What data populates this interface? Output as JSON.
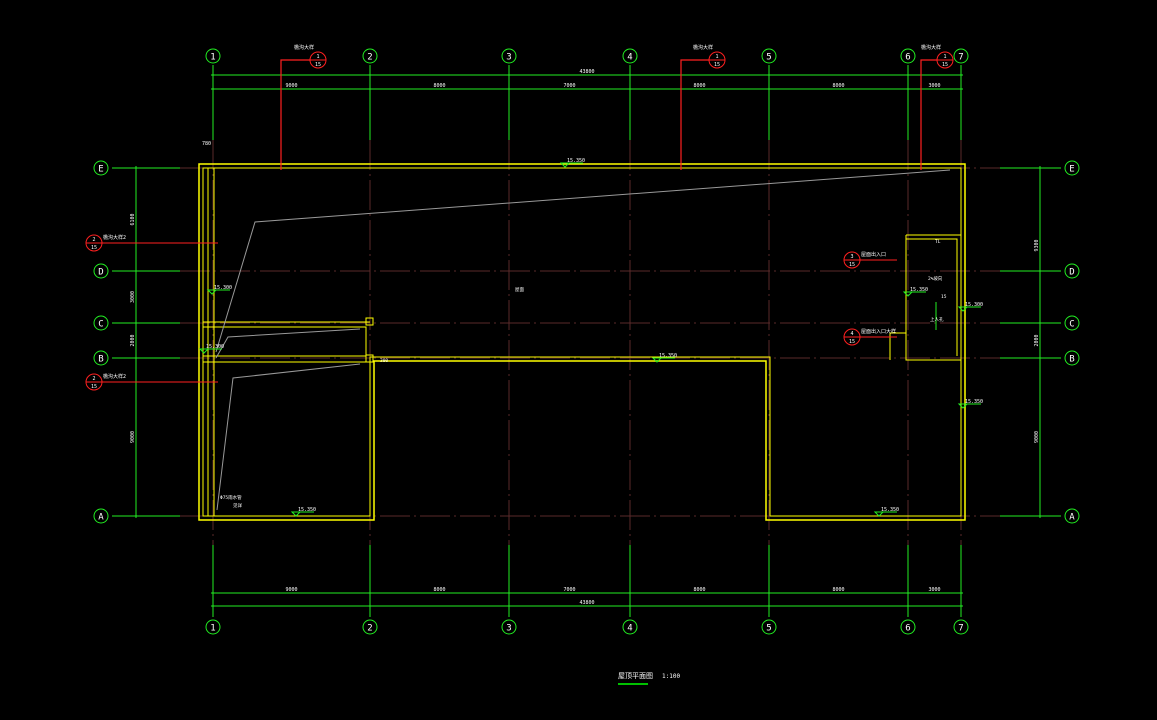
{
  "drawing_title": "屋顶平面图",
  "drawing_scale": "1:100",
  "grid_columns": [
    "1",
    "2",
    "3",
    "4",
    "5",
    "6",
    "7"
  ],
  "grid_rows": [
    "E",
    "D",
    "C",
    "B",
    "A"
  ],
  "span_dims": [
    "9000",
    "8000",
    "7000",
    "8000",
    "8000",
    "3000"
  ],
  "total_dim": "43800",
  "left_dims": [
    "6100",
    "3000",
    "2000",
    "9000"
  ],
  "right_dims": [
    "9300",
    "2000",
    "9000"
  ],
  "small_dim": "780",
  "elevations": [
    "15.350",
    "15.300",
    "15.300",
    "15.350",
    "15.350",
    "15.350",
    "15.350",
    "15.300",
    "15.350"
  ],
  "section_marks": [
    {
      "num": "1",
      "sheet": "15",
      "label": "檐沟大样"
    },
    {
      "num": "1",
      "sheet": "15",
      "label": "檐沟大样"
    },
    {
      "num": "1",
      "sheet": "15",
      "label": "檐沟大样"
    },
    {
      "num": "2",
      "sheet": "15",
      "label": "檐沟大样2"
    },
    {
      "num": "2",
      "sheet": "15",
      "label": "檐沟大样2"
    },
    {
      "num": "3",
      "sheet": "15",
      "label": "屋面出入口"
    },
    {
      "num": "4",
      "sheet": "15",
      "label": "屋面出入口大样"
    }
  ],
  "notes": {
    "roof": "屋面",
    "drain": "Φ75雨水管",
    "drain2": "见详",
    "slope": "2%坡向",
    "hatch": "上人孔",
    "step": "15",
    "side": "300",
    "cap": "TL"
  }
}
